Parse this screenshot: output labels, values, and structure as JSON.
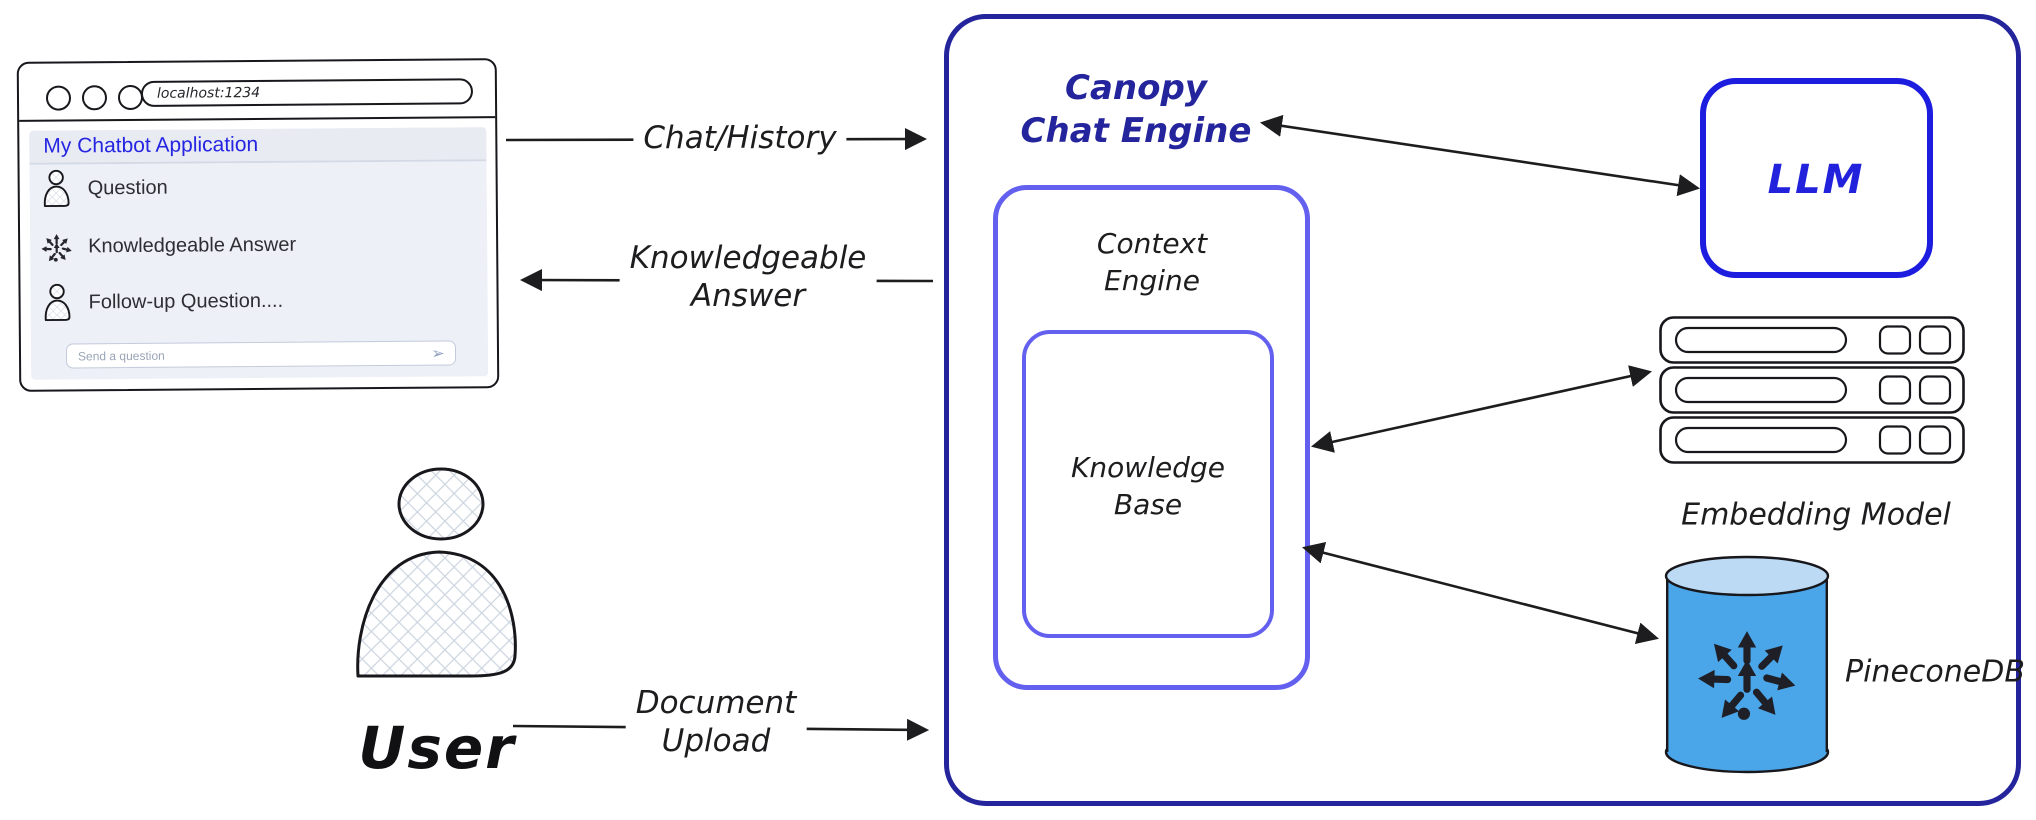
{
  "browser": {
    "url": "localhost:1234",
    "app_title": "My Chatbot Application",
    "messages": [
      {
        "icon": "person-icon",
        "text": "Question"
      },
      {
        "icon": "pinecone-logo-icon",
        "text": "Knowledgeable Answer"
      },
      {
        "icon": "person-icon",
        "text": "Follow-up Question...."
      }
    ],
    "input_placeholder": "Send a question",
    "send_icon_char": "➢"
  },
  "user": {
    "label": "User"
  },
  "arrows": {
    "chat_history": {
      "label": "Chat/History",
      "direction": "right"
    },
    "knowledgeable_answer": {
      "line1": "Knowledgeable",
      "line2": "Answer",
      "direction": "left"
    },
    "document_upload": {
      "line1": "Document",
      "line2": "Upload",
      "direction": "right"
    },
    "canopy_llm": {
      "direction": "both"
    },
    "kb_embedding": {
      "direction": "both"
    },
    "kb_pinecone": {
      "direction": "both"
    }
  },
  "canopy": {
    "title_line1": "Canopy",
    "title_line2": "Chat Engine",
    "context_engine": {
      "line1": "Context",
      "line2": "Engine"
    },
    "knowledge_base": {
      "line1": "Knowledge",
      "line2": "Base"
    },
    "llm_label": "LLM",
    "embedding_label": "Embedding Model",
    "embedding_rack_count": 3,
    "pinecone_label": "PineconeDB"
  },
  "colors": {
    "canopy_border": "#24249d",
    "context_border": "#6360ef",
    "llm_border": "#1d1de0",
    "llm_text": "#2222dd",
    "app_title_text": "#2525e2",
    "chat_background": "#edf0f6",
    "pinecone_body": "#4aa6e8",
    "pinecone_top": "#bcdaf3",
    "ink": "#1d1d1f"
  }
}
